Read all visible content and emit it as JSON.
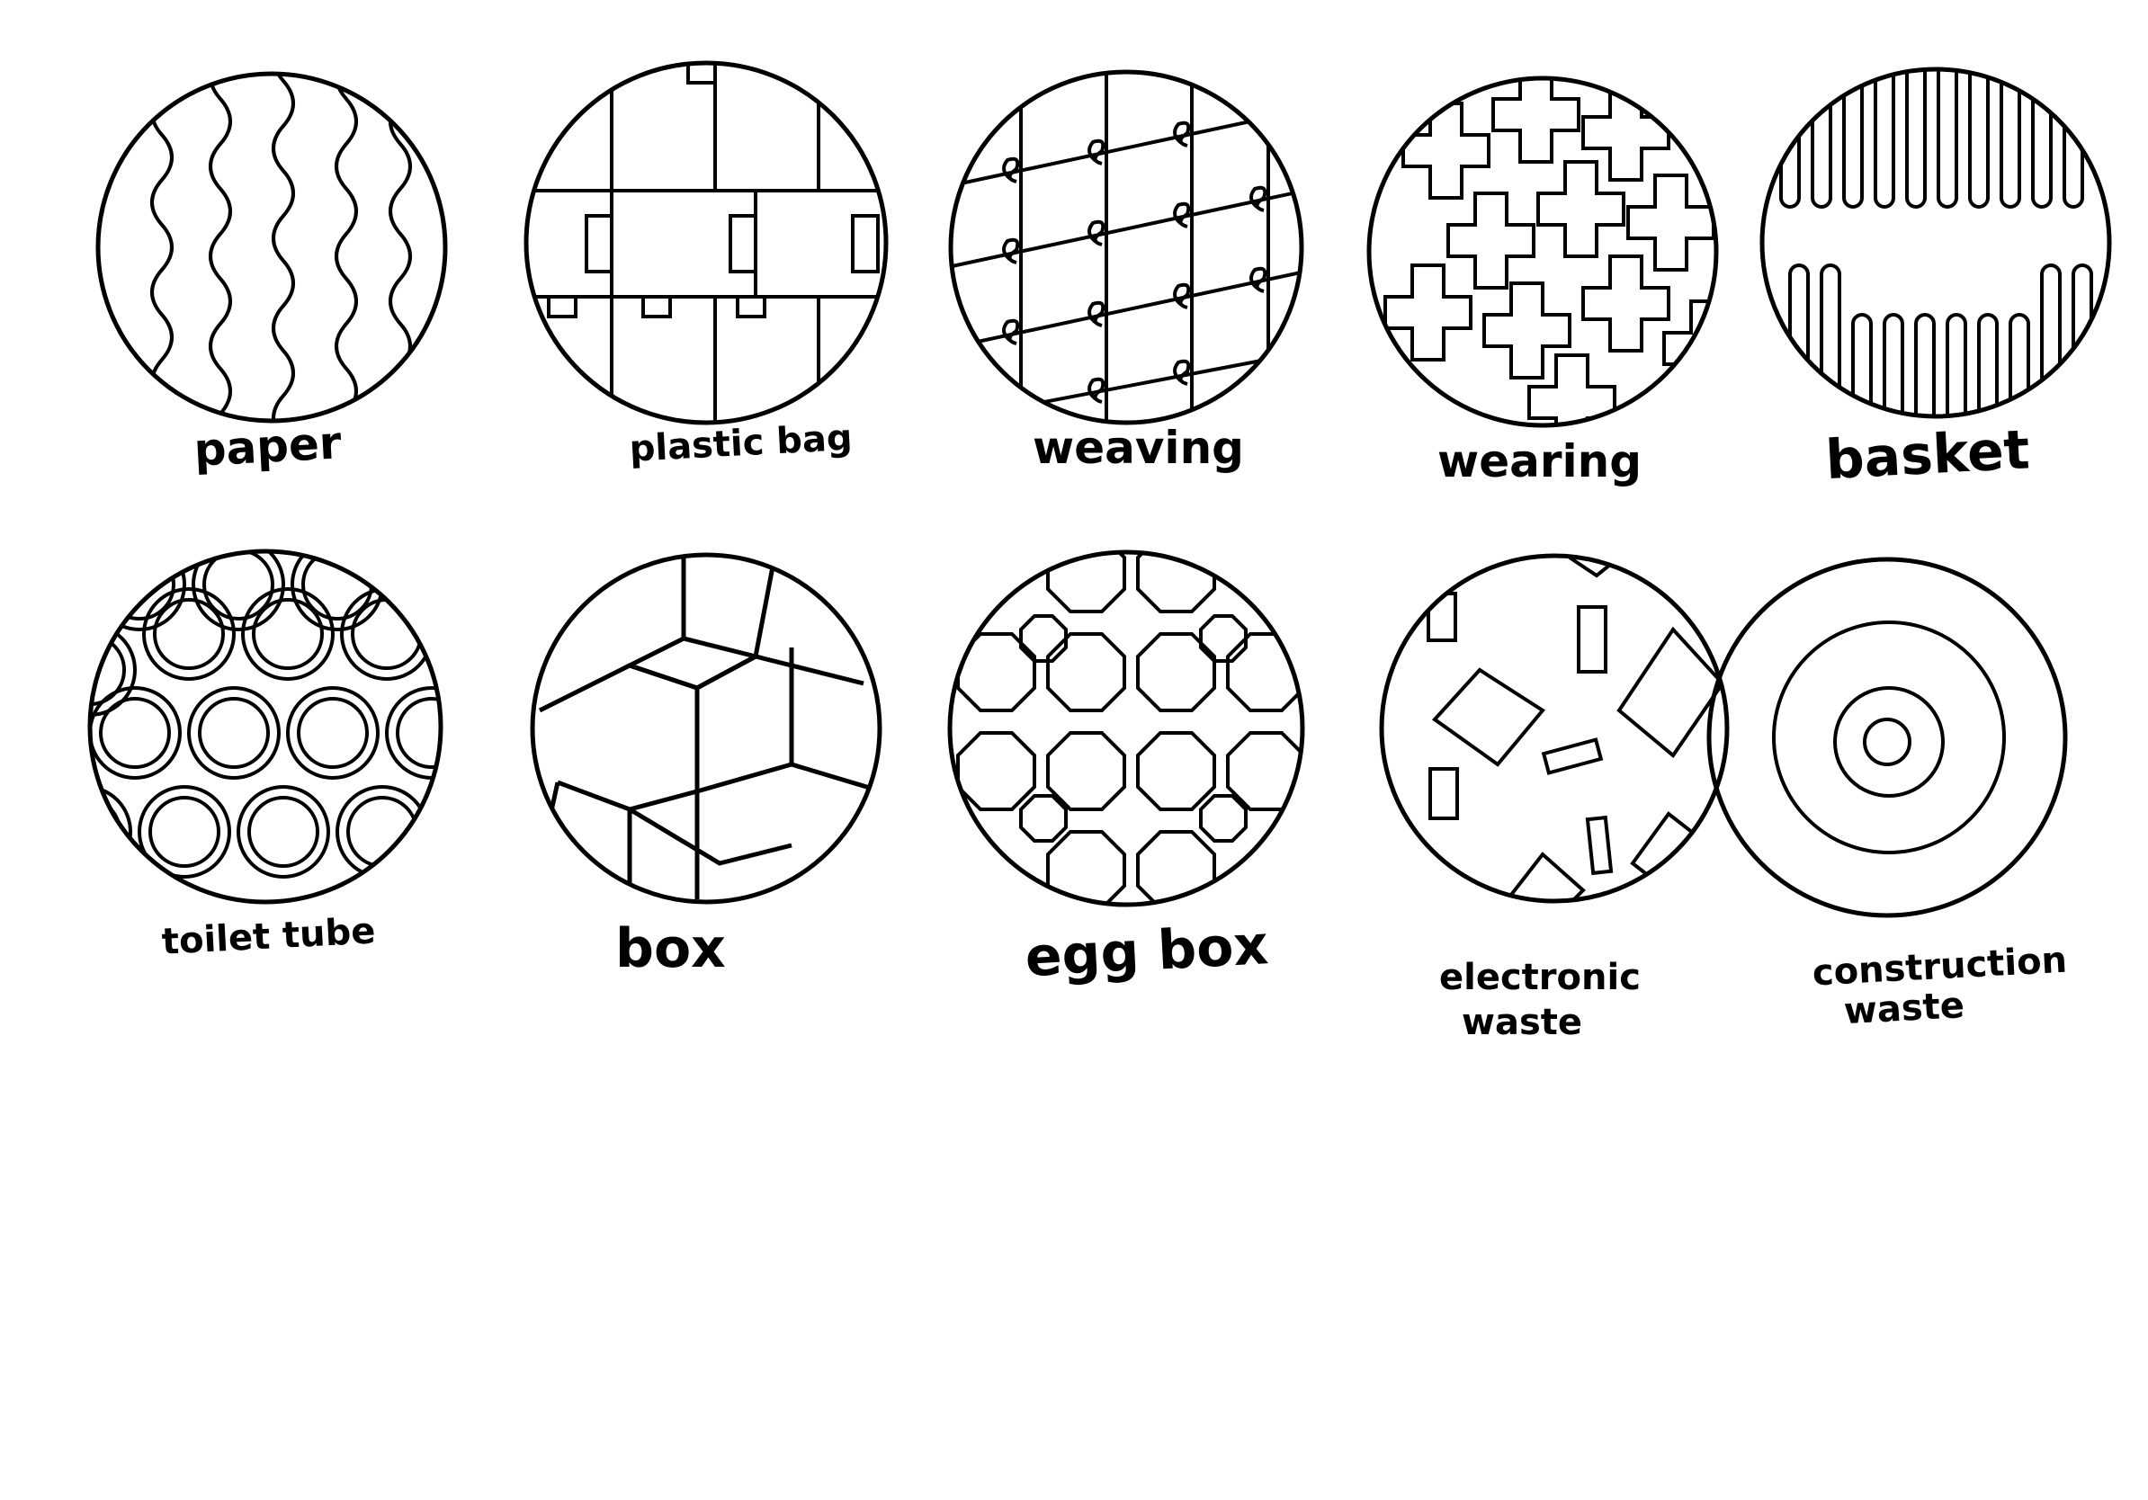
{
  "colors": {
    "ink": "#000000",
    "paper": "#ffffff"
  },
  "swatches": [
    {
      "id": "paper",
      "pattern": "wavy-lines",
      "lines": [
        "paper"
      ]
    },
    {
      "id": "plastic-bag",
      "pattern": "tab-grid",
      "lines": [
        "plastic bag"
      ]
    },
    {
      "id": "weaving",
      "pattern": "diagonal-loops",
      "lines": [
        "weaving"
      ]
    },
    {
      "id": "wearing",
      "pattern": "stepped-crosses",
      "lines": [
        "wearing"
      ]
    },
    {
      "id": "basket",
      "pattern": "u-loops",
      "lines": [
        "basket"
      ]
    },
    {
      "id": "toilet-tube",
      "pattern": "double-rings",
      "lines": [
        "toilet tube"
      ]
    },
    {
      "id": "box",
      "pattern": "isometric-cubes",
      "lines": [
        "box"
      ]
    },
    {
      "id": "egg-box",
      "pattern": "octagon-lattice",
      "lines": [
        "egg box"
      ]
    },
    {
      "id": "electronic-waste",
      "pattern": "scattered-rectangles",
      "lines": [
        "electronic",
        "waste"
      ]
    },
    {
      "id": "construction-waste",
      "pattern": "concentric-rings",
      "lines": [
        "construction",
        "waste"
      ]
    }
  ]
}
